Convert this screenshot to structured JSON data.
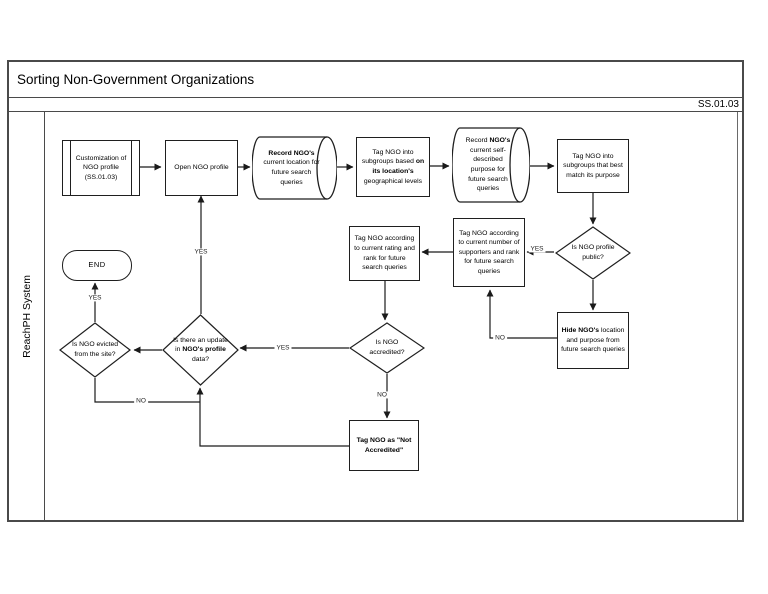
{
  "header": {
    "title": "Sorting Non-Government Organizations",
    "ref": "SS.01.03"
  },
  "swimlane": {
    "label": "ReachPH System"
  },
  "nodes": {
    "customization": {
      "pre": "Customization of NGO profile (SS.01.03)",
      "bold": "",
      "post": ""
    },
    "open_profile": {
      "pre": "Open NGO profile",
      "bold": "",
      "post": ""
    },
    "record_location": {
      "pre": "",
      "bold": "Record NGO's",
      "post": " current location for future search queries"
    },
    "tag_geography": {
      "pre": "Tag NGO into subgroups based ",
      "bold": "on its location's",
      "post": " geographical levels"
    },
    "record_purpose": {
      "pre": "Record ",
      "bold": "NGO's",
      "post": " current self-described purpose for future search queries"
    },
    "tag_purpose": {
      "pre": "Tag NGO into subgroups that best match its purpose",
      "bold": "",
      "post": ""
    },
    "is_public": {
      "pre": "Is NGO profile public?",
      "bold": "",
      "post": ""
    },
    "tag_supporters": {
      "pre": "Tag NGO according to current number of supporters and rank for future search queries",
      "bold": "",
      "post": ""
    },
    "tag_rating": {
      "pre": "Tag NGO according to current rating and rank for future search queries",
      "bold": "",
      "post": ""
    },
    "hide_profile": {
      "pre": "",
      "bold": "Hide NGO's",
      "post": " location and purpose from future search queries"
    },
    "is_accredited": {
      "pre": "Is NGO accredited?",
      "bold": "",
      "post": ""
    },
    "tag_not_accredited": {
      "pre": "",
      "bold": "Tag NGO as \"Not Accredited\"",
      "post": ""
    },
    "is_update": {
      "pre": "Is there an update in ",
      "bold": "NGO's profile",
      "post": " data?"
    },
    "is_evicted": {
      "pre": "Is NGO evicted from the site?",
      "bold": "",
      "post": ""
    },
    "end": {
      "pre": "END",
      "bold": "",
      "post": ""
    }
  },
  "edge_labels": [
    {
      "text": "YES"
    },
    {
      "text": "NO"
    },
    {
      "text": "YES"
    },
    {
      "text": "NO"
    },
    {
      "text": "YES"
    },
    {
      "text": "NO"
    },
    {
      "text": "YES"
    }
  ]
}
